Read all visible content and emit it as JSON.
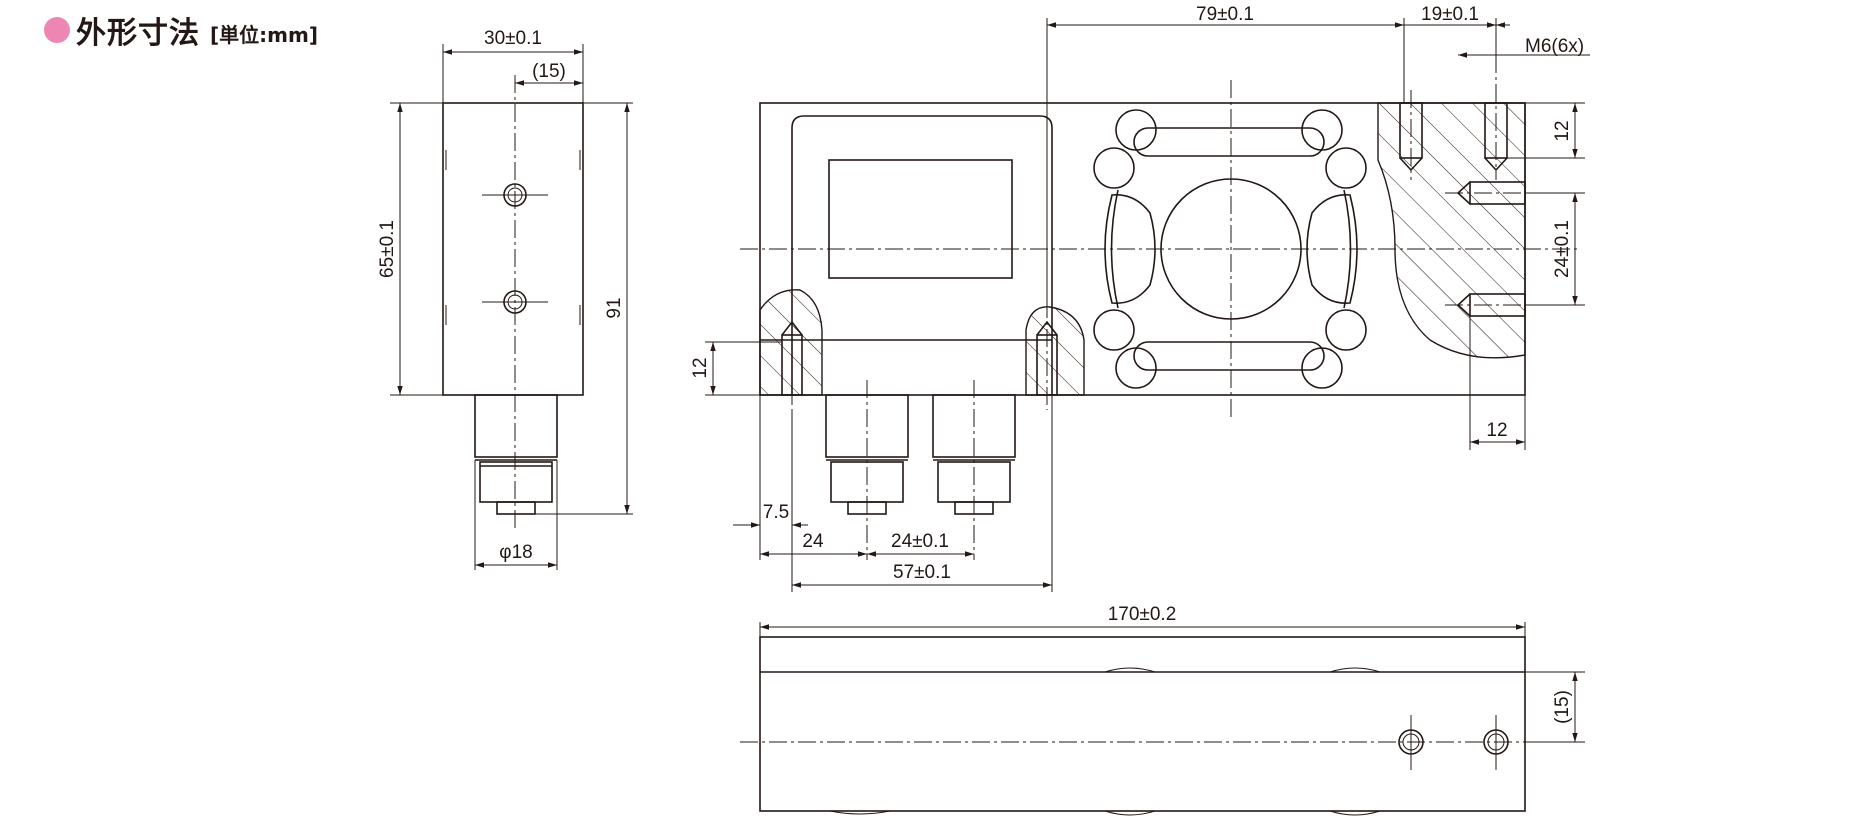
{
  "heading": {
    "title": "外形寸法",
    "unit": "[単位:mm]"
  },
  "colors": {
    "bullet": "#ee86b4",
    "line": "#231815"
  },
  "dimensions": {
    "width_30": "30±0.1",
    "offset_15_top": "(15)",
    "height_65": "65±0.1",
    "height_91": "91",
    "dia_18": "φ18",
    "width_79": "79±0.1",
    "width_19": "19±0.1",
    "thread_m6": "M6(6x)",
    "depth_12_right": "12",
    "pitch_24": "24±0.1",
    "depth_12_bottom": "12",
    "depth_12_left": "12",
    "offset_7_5": "7.5",
    "offset_24": "24",
    "pitch_24_bottom": "24±0.1",
    "width_57": "57±0.1",
    "length_170": "170±0.2",
    "offset_15_side": "(15)"
  }
}
